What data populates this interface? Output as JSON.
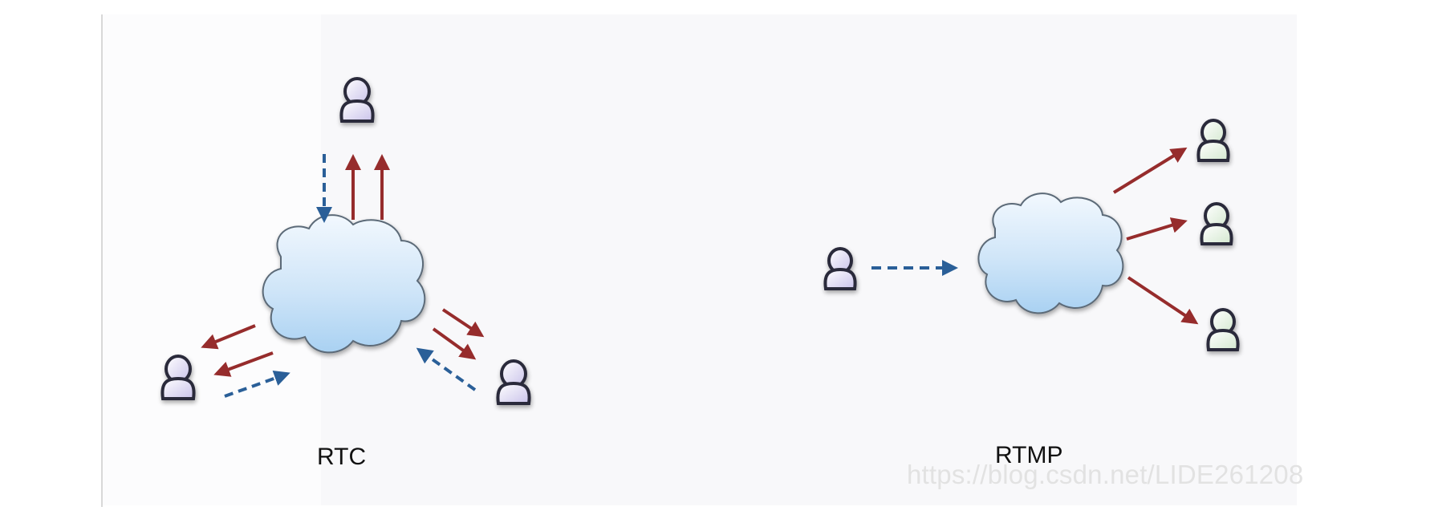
{
  "diagrams": {
    "rtc": {
      "caption": "RTC"
    },
    "rtmp": {
      "caption": "RTMP"
    }
  },
  "watermark": "https://blog.csdn.net/LIDE261208",
  "colors": {
    "cloud_top": "#f2f8fe",
    "cloud_bottom": "#a9d1f2",
    "cloud_outline": "#5c6b78",
    "person_rtc": "#d8d4f0",
    "person_rtmp": "#e3efe0",
    "upstream_arrow": "#2a5f98",
    "downstream_arrow": "#962c2c"
  },
  "icons": {
    "cloud": "cloud-icon",
    "person": "person-icon"
  }
}
